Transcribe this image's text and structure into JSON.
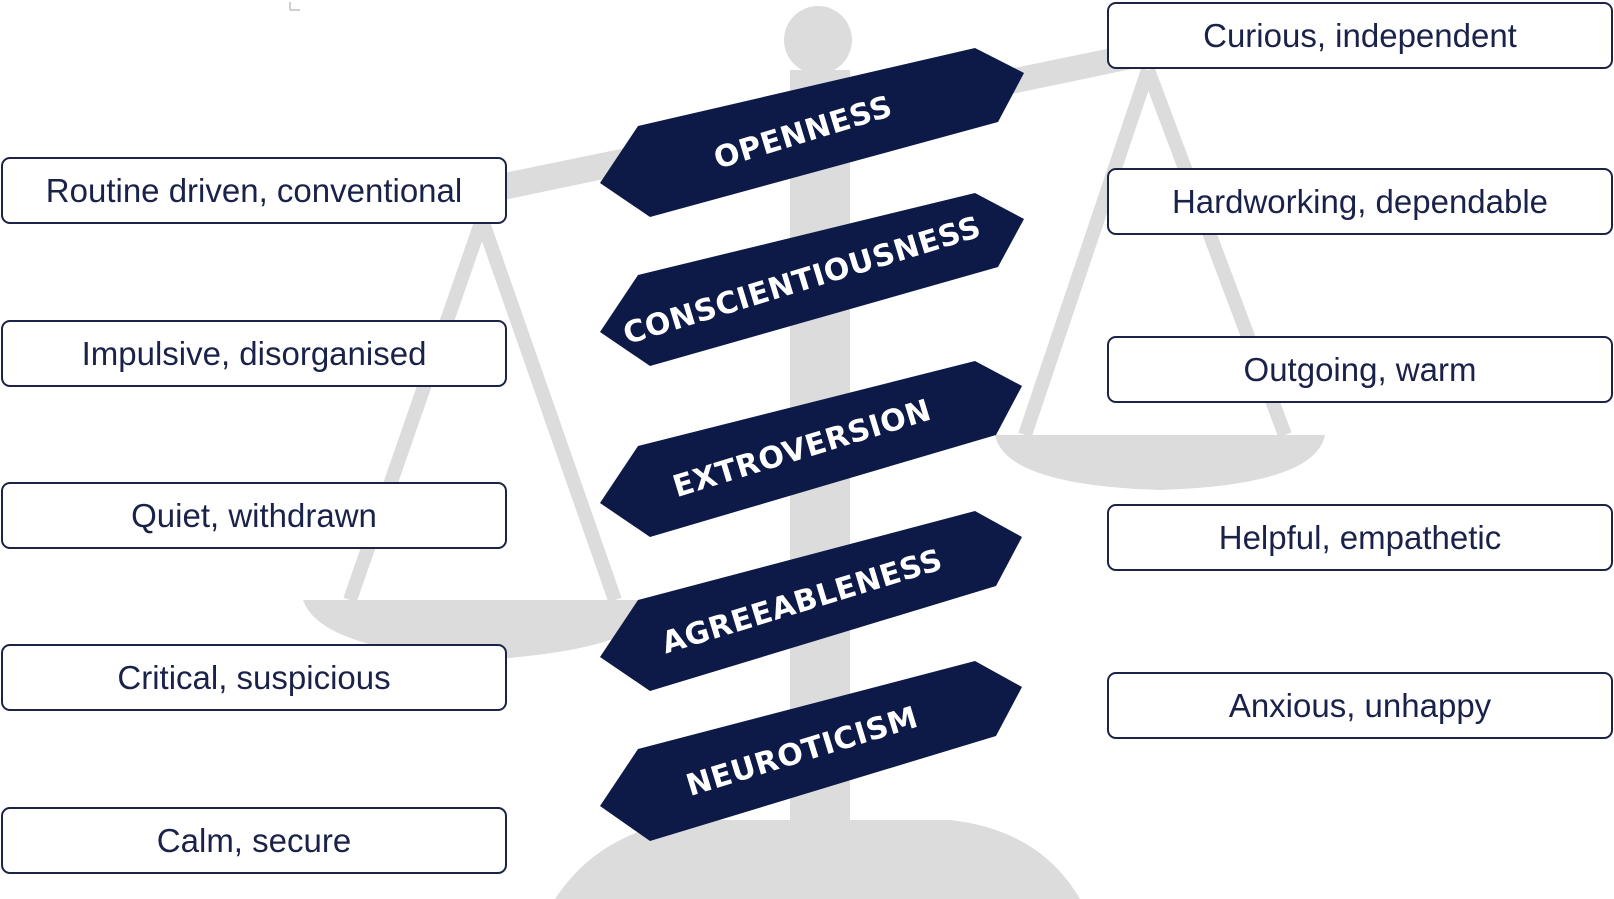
{
  "left_traits": [
    "Routine driven, conventional",
    "Impulsive, disorganised",
    "Quiet, withdrawn",
    "Critical, suspicious",
    "Calm, secure"
  ],
  "right_traits": [
    "Curious, independent",
    "Hardworking, dependable",
    "Outgoing, warm",
    "Helpful, empathetic",
    "Anxious, unhappy"
  ],
  "factors": [
    "OPENNESS",
    "CONSCIENTIOUSNESS",
    "EXTROVERSION",
    "AGREEABLENESS",
    "NEUROTICISM"
  ],
  "colors": {
    "band_fill": "#0d1a47",
    "box_border": "#1c2346",
    "text": "#1b224a",
    "scale_gray": "#dcdcdc"
  },
  "background_icon": "balance-scale-icon"
}
